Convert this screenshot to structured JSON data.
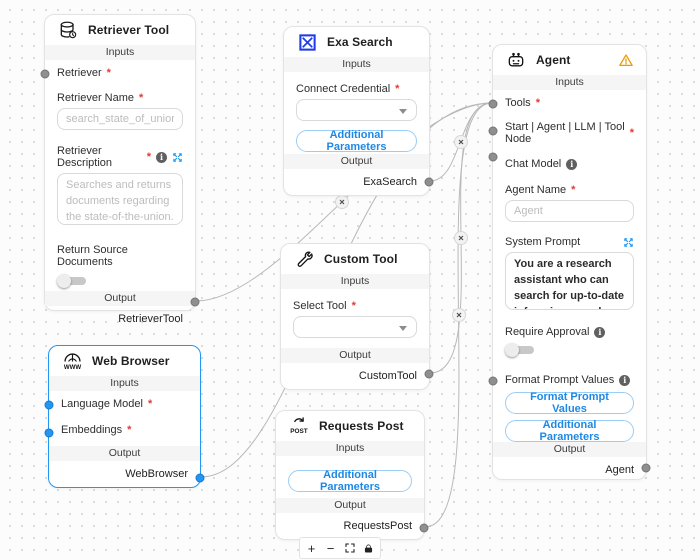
{
  "ui": {
    "inputs_label": "Inputs",
    "output_label": "Output",
    "required_marker": "*",
    "info_glyph": "i",
    "colors": {
      "accent_blue": "#2196f3",
      "selected_border": "#2196f3",
      "required_red": "#e53935",
      "warning_orange": "#ed9a02",
      "exa_blue": "#1f3ce8",
      "edge_gray": "#b8b8b8"
    }
  },
  "controls": {
    "zoom_in": "+",
    "zoom_out": "−"
  },
  "nodes": {
    "retriever_tool": {
      "title": "Retriever Tool",
      "retriever_label": "Retriever",
      "retriever_name_label": "Retriever Name",
      "retriever_name_placeholder": "search_state_of_union",
      "retriever_description_label": "Retriever Description",
      "retriever_description_placeholder": "Searches and returns documents regarding the state-of-the-union.",
      "return_source_documents_label": "Return Source Documents",
      "output_name": "RetrieverTool"
    },
    "exa_search": {
      "title": "Exa Search",
      "connect_credential_label": "Connect Credential",
      "additional_parameters_label": "Additional Parameters",
      "output_name": "ExaSearch"
    },
    "agent": {
      "title": "Agent",
      "tools_label": "Tools",
      "start_label": "Start | Agent | LLM | Tool Node",
      "chat_model_label": "Chat Model",
      "agent_name_label": "Agent Name",
      "agent_name_placeholder": "Agent",
      "system_prompt_label": "System Prompt",
      "system_prompt_value": "You are a research assistant who can search for up-to-date info using search engine.",
      "require_approval_label": "Require Approval",
      "format_prompt_values_label": "Format Prompt Values",
      "format_prompt_values_button": "Format Prompt Values",
      "additional_parameters_label": "Additional Parameters",
      "output_name": "Agent"
    },
    "custom_tool": {
      "title": "Custom Tool",
      "select_tool_label": "Select Tool",
      "output_name": "CustomTool"
    },
    "web_browser": {
      "title": "Web Browser",
      "language_model_label": "Language Model",
      "embeddings_label": "Embeddings",
      "output_name": "WebBrowser"
    },
    "requests_post": {
      "title": "Requests Post",
      "additional_parameters_label": "Additional Parameters",
      "output_name": "RequestsPost"
    }
  }
}
